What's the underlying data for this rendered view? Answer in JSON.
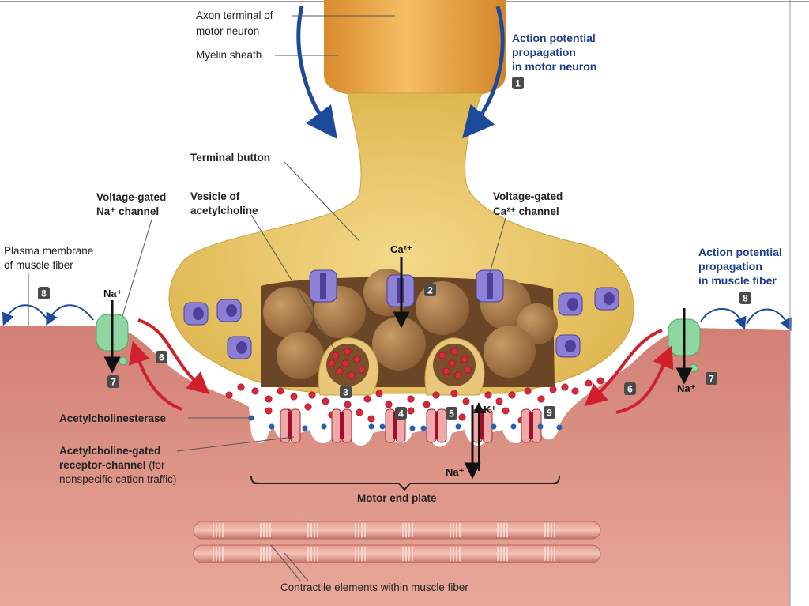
{
  "labels": {
    "axon_terminal_1": "Axon terminal of",
    "axon_terminal_2": "motor neuron",
    "myelin_sheath": "Myelin sheath",
    "ap_motor_1": "Action potential",
    "ap_motor_2": "propagation",
    "ap_motor_3": "in motor neuron",
    "terminal_button": "Terminal button",
    "vg_na_1": "Voltage-gated",
    "vg_na_2": "Na⁺ channel",
    "vesicle_1": "Vesicle of",
    "vesicle_2": "acetylcholine",
    "vg_ca_1": "Voltage-gated",
    "vg_ca_2": "Ca²⁺ channel",
    "plasma_1": "Plasma membrane",
    "plasma_2": "of muscle fiber",
    "ap_muscle_1": "Action potential",
    "ap_muscle_2": "propagation",
    "ap_muscle_3": "in muscle fiber",
    "ache": "Acetylcholinesterase",
    "achr_1": "Acetylcholine-gated",
    "achr_2": "receptor-channel",
    "achr_2b": " (for",
    "achr_3": "nonspecific cation traffic)",
    "motor_end_plate": "Motor end plate",
    "contractile": "Contractile elements within muscle fiber"
  },
  "ions": {
    "ca": "Ca²⁺",
    "na_left": "Na⁺",
    "na_right": "Na⁺",
    "k": "K⁺",
    "na_center": "Na⁺"
  },
  "steps": {
    "s1": "1",
    "s2": "2",
    "s3": "3",
    "s4": "4",
    "s5": "5",
    "s6a": "6",
    "s6b": "6",
    "s7a": "7",
    "s7b": "7",
    "s8a": "8",
    "s8b": "8",
    "s9": "9"
  },
  "colors": {
    "muscle": "#d98b80",
    "terminal": "#e8c25e",
    "axon": "#eea443",
    "label_blue": "#1d3c8c",
    "acetylcholine": "#d8283a",
    "na_channel": "#7fcf95",
    "ca_channel": "#7b6fc4"
  }
}
